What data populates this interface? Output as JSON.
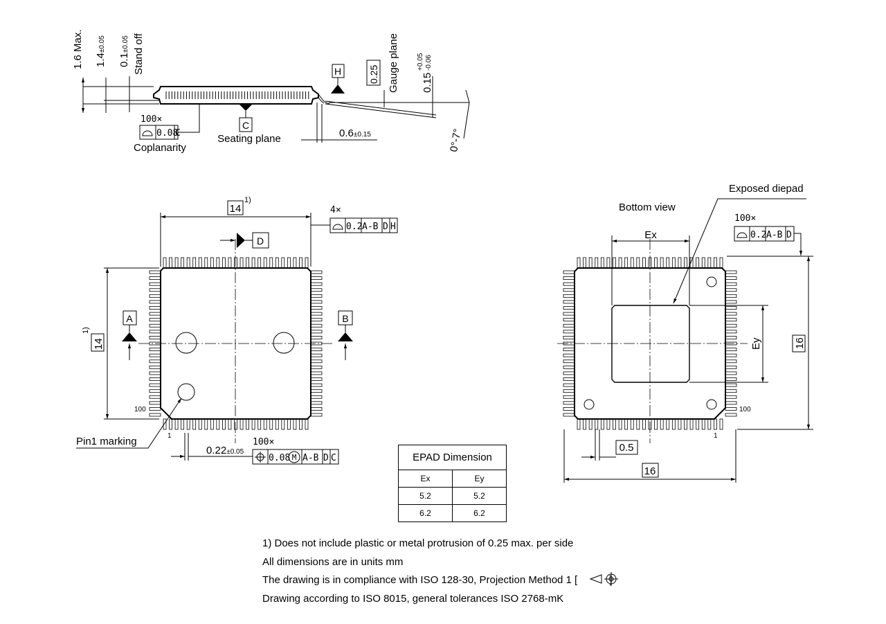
{
  "side_view": {
    "dims": {
      "max_height": "1.6 Max.",
      "body_height": "1.4",
      "body_height_tol": "±0.05",
      "standoff": "0.1",
      "standoff_tol": "±0.05",
      "standoff_label": "Stand off",
      "gauge": "0.25",
      "gauge_label": "Gauge plane",
      "thickness": "0.15",
      "thickness_tol_plus": "+0.05",
      "thickness_tol_minus": "-0.06",
      "foot_length": "0.6",
      "foot_length_tol": "±0.15",
      "angle": "0°-7°"
    },
    "datum_h": "H",
    "datum_c": "C",
    "seating_plane_label": "Seating plane",
    "coplanarity_label": "Coplanarity",
    "coplanarity_frame": {
      "count": "100×",
      "value": "0.08",
      "datum": "C"
    }
  },
  "top_view": {
    "width_dim": "14",
    "height_dim": "14",
    "note_ref": "1)",
    "datum_a": "A",
    "datum_b": "B",
    "datum_d": "D",
    "profile_frame": {
      "count": "4×",
      "value": "0.2",
      "datums": [
        "A-B",
        "D",
        "H"
      ]
    },
    "pin_last": "100",
    "pin_first": "1",
    "pin1_label": "Pin1 marking",
    "lead_width": "0.22",
    "lead_width_tol": "±0.05",
    "position_frame": {
      "count": "100×",
      "value": "0.08",
      "modifier": "M",
      "datums": [
        "A-B",
        "D",
        "C"
      ]
    }
  },
  "bottom_view": {
    "title": "Bottom view",
    "exposed_label": "Exposed diepad",
    "ex_label": "Ex",
    "ey_label": "Ey",
    "overall_w": "16",
    "overall_h": "16",
    "pitch": "0.5",
    "pin_last": "100",
    "pin_first": "1",
    "profile_frame": {
      "count": "100×",
      "value": "0.2",
      "datums": [
        "A-B",
        "D"
      ]
    }
  },
  "epad_table": {
    "title": "EPAD Dimension",
    "headers": [
      "Ex",
      "Ey"
    ],
    "rows": [
      [
        "5.2",
        "5.2"
      ],
      [
        "6.2",
        "6.2"
      ]
    ]
  },
  "notes": [
    "1) Does not include plastic or metal protrusion of 0.25 max. per side",
    "All dimensions are in units mm",
    "The drawing is in compliance with ISO 128-30, Projection Method 1 [",
    "]",
    "Drawing according to ISO 8015, general tolerances ISO 2768-mK"
  ]
}
